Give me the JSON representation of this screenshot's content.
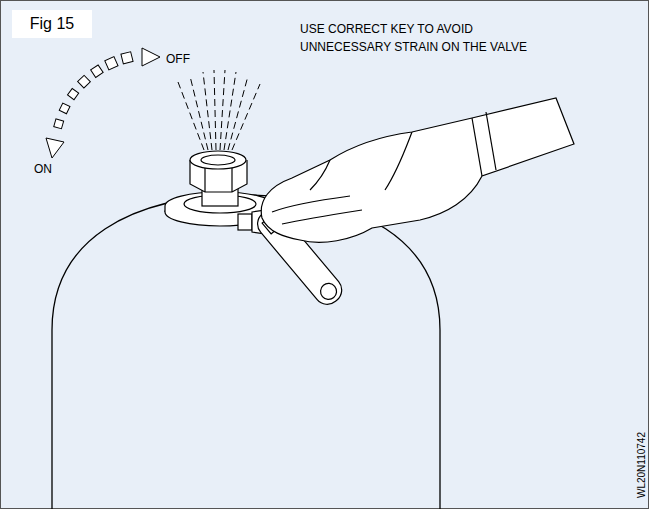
{
  "diagram": {
    "nodes": [
      {
        "text": [
          "Fig 15"
        ]
      }
    ],
    "labels": [
      "USE CORRECT KEY TO AVOID UNNECESSARY STRAIN ON THE VALVE",
      "ON",
      "OFF",
      "WL20N110742"
    ]
  }
}
